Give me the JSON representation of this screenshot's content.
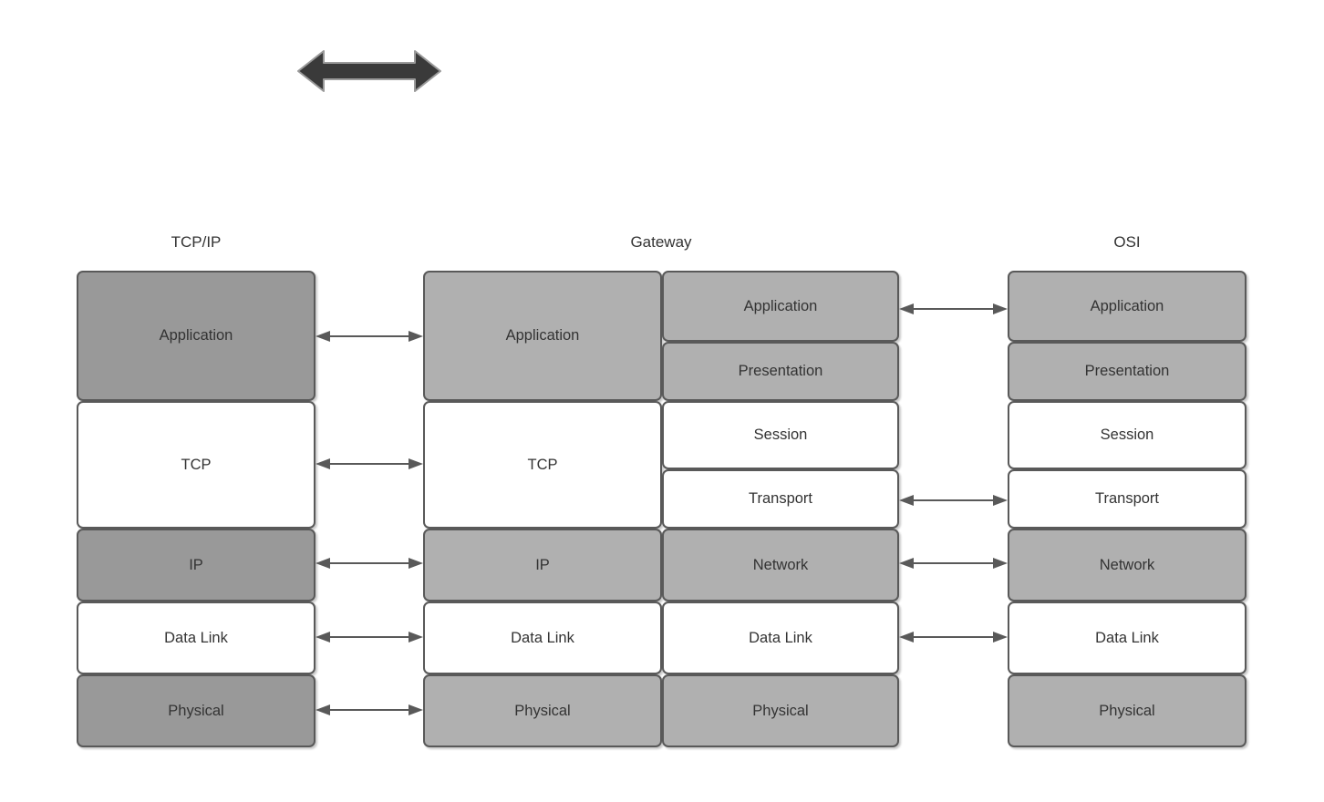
{
  "diagram": {
    "title_hidden": "",
    "top_arrow": {
      "name": "bidirectional-arrow",
      "color": "#3a3a3a"
    },
    "colors": {
      "tcpip_shaded": "#999999",
      "gateway_shaded": "#b0b0b0",
      "osi_shaded": "#b0b0b0",
      "unshaded": "#ffffff",
      "border": "#595959",
      "text": "#333333",
      "connector": "#595959"
    },
    "columns": [
      {
        "id": "tcpip",
        "header": "TCP/IP",
        "layers": [
          {
            "label": "Application",
            "fill": "dark"
          },
          {
            "label": "TCP",
            "fill": "white"
          },
          {
            "label": "IP",
            "fill": "dark"
          },
          {
            "label": "Data Link",
            "fill": "white"
          },
          {
            "label": "Physical",
            "fill": "dark"
          }
        ]
      },
      {
        "id": "gateway",
        "header": "Gateway",
        "left_layers": [
          {
            "label": "Application",
            "fill": "mid"
          },
          {
            "label": "TCP",
            "fill": "white"
          },
          {
            "label": "IP",
            "fill": "mid"
          },
          {
            "label": "Data Link",
            "fill": "white"
          },
          {
            "label": "Physical",
            "fill": "mid"
          }
        ],
        "right_layers": [
          {
            "label": "Application",
            "fill": "mid"
          },
          {
            "label": "Presentation",
            "fill": "mid"
          },
          {
            "label": "Session",
            "fill": "white"
          },
          {
            "label": "Transport",
            "fill": "white"
          },
          {
            "label": "Network",
            "fill": "mid"
          },
          {
            "label": "Data Link",
            "fill": "white"
          },
          {
            "label": "Physical",
            "fill": "mid"
          }
        ]
      },
      {
        "id": "osi",
        "header": "OSI",
        "layers": [
          {
            "label": "Application",
            "fill": "mid"
          },
          {
            "label": "Presentation",
            "fill": "mid"
          },
          {
            "label": "Session",
            "fill": "white"
          },
          {
            "label": "Transport",
            "fill": "white"
          },
          {
            "label": "Network",
            "fill": "mid"
          },
          {
            "label": "Data Link",
            "fill": "white"
          },
          {
            "label": "Physical",
            "fill": "mid"
          }
        ]
      }
    ],
    "connectors_left": [
      {
        "from": "Application",
        "to": "Application"
      },
      {
        "from": "TCP",
        "to": "TCP"
      },
      {
        "from": "IP",
        "to": "IP"
      },
      {
        "from": "Data Link",
        "to": "Data Link"
      },
      {
        "from": "Physical",
        "to": "Physical"
      }
    ],
    "connectors_right": [
      {
        "from": "Application",
        "to": "Application"
      },
      {
        "from": "Transport",
        "to": "Transport"
      },
      {
        "from": "Network",
        "to": "Network"
      },
      {
        "from": "Data Link",
        "to": "Data Link"
      }
    ]
  }
}
